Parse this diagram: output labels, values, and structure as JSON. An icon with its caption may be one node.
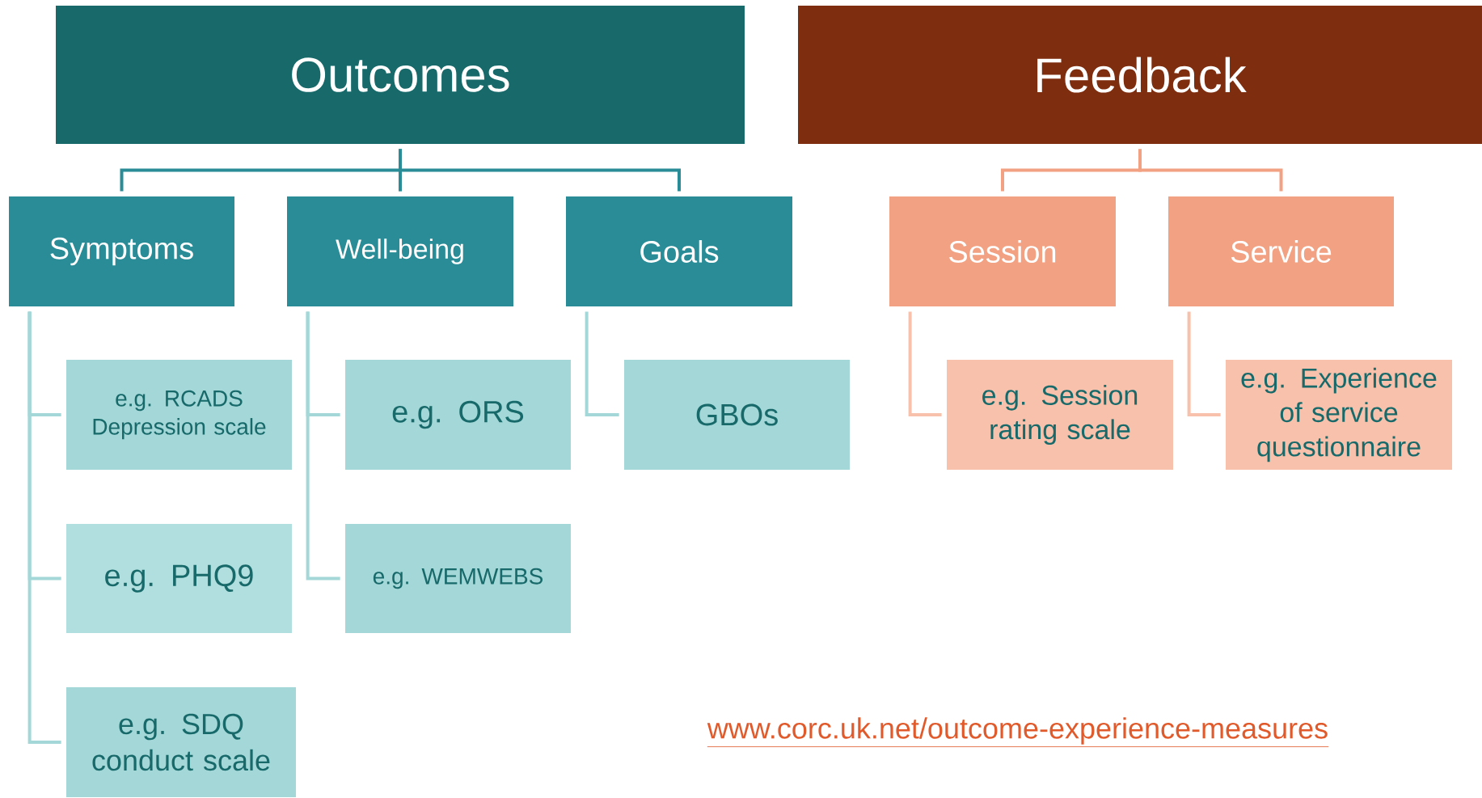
{
  "diagram": {
    "nodes": [
      {
        "text": [
          "Outcomes"
        ]
      },
      {
        "text": [
          "Feedback"
        ]
      },
      {
        "text": [
          "Symptoms"
        ]
      },
      {
        "text": [
          "Well-being"
        ]
      },
      {
        "text": [
          "Goals"
        ]
      },
      {
        "text": [
          "Session"
        ]
      },
      {
        "text": [
          "Service"
        ]
      },
      {
        "text": [
          "e.g. RCADS Depression scale"
        ]
      },
      {
        "text": [
          "e.g. ORS"
        ]
      },
      {
        "text": [
          "GBOs"
        ]
      },
      {
        "text": [
          "e.g. Session rating scale"
        ]
      },
      {
        "text": [
          "e.g. Experience of service questionnaire"
        ]
      },
      {
        "text": [
          "e.g. PHQ9"
        ]
      },
      {
        "text": [
          "e.g. WEMWEBS"
        ]
      },
      {
        "text": [
          "e.g. SDQ conduct scale"
        ]
      }
    ],
    "edges": [
      {
        "from": 0,
        "to": 2,
        "arrow": "none",
        "color": "#2a8c97"
      },
      {
        "from": 0,
        "to": 3,
        "arrow": "none",
        "color": "#2a8c97"
      },
      {
        "from": 0,
        "to": 4,
        "arrow": "none",
        "color": "#2a8c97"
      },
      {
        "from": 1,
        "to": 5,
        "arrow": "none",
        "color": "#f2a283"
      },
      {
        "from": 1,
        "to": 6,
        "arrow": "none",
        "color": "#f2a283"
      },
      {
        "from": 2,
        "to": 7,
        "arrow": "none"
      },
      {
        "from": 2,
        "to": 12,
        "arrow": "none"
      },
      {
        "from": 2,
        "to": 14,
        "arrow": "none"
      },
      {
        "from": 3,
        "to": 8,
        "arrow": "none"
      },
      {
        "from": 3,
        "to": 13,
        "arrow": "none"
      },
      {
        "from": 4,
        "to": 9,
        "arrow": "none"
      },
      {
        "from": 5,
        "to": 10,
        "arrow": "none",
        "color": "#f7c1ab"
      },
      {
        "from": 6,
        "to": 11,
        "arrow": "none",
        "color": "#f7c1ab"
      }
    ],
    "labels": [
      "www.corc.uk.net/outcome-experience-measures"
    ]
  }
}
